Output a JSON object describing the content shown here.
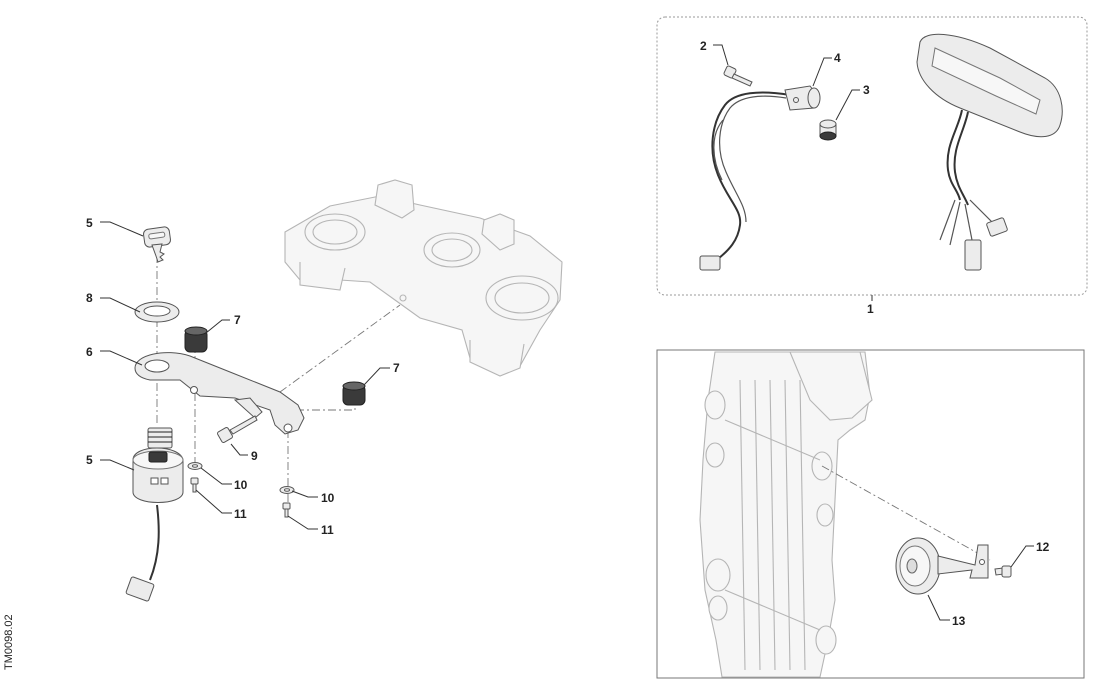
{
  "drawing_ref": "TM0098.02",
  "callouts": {
    "c1": "1",
    "c2": "2",
    "c3": "3",
    "c4": "4",
    "c5a": "5",
    "c5b": "5",
    "c6": "6",
    "c7a": "7",
    "c7b": "7",
    "c8": "8",
    "c9": "9",
    "c10a": "10",
    "c10b": "10",
    "c11a": "11",
    "c11b": "11",
    "c12": "12",
    "c13": "13"
  }
}
